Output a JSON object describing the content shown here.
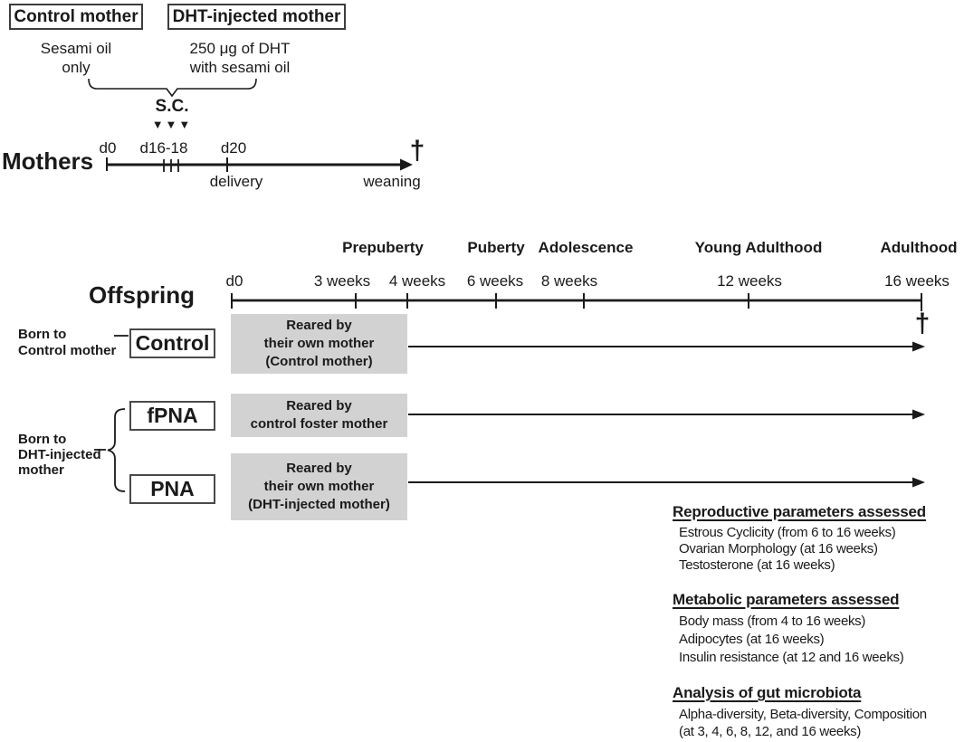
{
  "figure": {
    "treatments": {
      "control_box_label": "Control mother",
      "control_lines": [
        "Sesami oil",
        "only"
      ],
      "dht_box_label": "DHT-injected mother",
      "dht_lines": [
        "250 μg of DHT",
        "with sesami oil"
      ],
      "route_label": "S.C.",
      "injection_markers": "▼▼▼"
    },
    "mothers": {
      "row_label": "Mothers",
      "tick_d0": "d0",
      "tick_d16_18": "d16-18",
      "tick_d20": "d20",
      "delivery_label": "delivery",
      "weaning_label": "weaning",
      "dagger": "†"
    },
    "offspring": {
      "row_label": "Offspring",
      "stages": [
        "Prepuberty",
        "Puberty",
        "Adolescence",
        "Young Adulthood",
        "Adulthood"
      ],
      "timepoints": [
        "d0",
        "3 weeks",
        "4 weeks",
        "6 weeks",
        "8 weeks",
        "12 weeks",
        "16 weeks"
      ],
      "dagger": "†",
      "born_to_control_lines": [
        "Born to",
        "Control mother"
      ],
      "born_to_dht_lines": [
        "Born to",
        "DHT-injected",
        "mother"
      ],
      "groups": [
        {
          "label": "Control",
          "reared_lines": [
            "Reared by",
            "their own mother",
            "(Control mother)"
          ]
        },
        {
          "label": "fPNA",
          "reared_lines": [
            "Reared by",
            "control foster mother",
            ""
          ]
        },
        {
          "label": "PNA",
          "reared_lines": [
            "Reared by",
            "their own mother",
            "(DHT-injected mother)"
          ]
        }
      ]
    },
    "assessments": [
      {
        "heading": "Reproductive parameters assessed",
        "items": [
          "Estrous Cyclicity (from 6 to 16 weeks)",
          "Ovarian Morphology (at 16 weeks)",
          "Testosterone (at 16 weeks)"
        ]
      },
      {
        "heading": "Metabolic parameters assessed",
        "items": [
          "Body mass (from 4 to 16 weeks)",
          "Adipocytes (at 16 weeks)",
          "Insulin resistance (at 12 and 16 weeks)"
        ]
      },
      {
        "heading": "Analysis of gut microbiota",
        "items": [
          "Alpha-diversity, Beta-diversity, Composition",
          "(at 3, 4, 6, 8, 12, and 16 weeks)"
        ]
      }
    ],
    "colors": {
      "line": "#1a1a1a",
      "gray_box": "#d2d2d2"
    }
  }
}
